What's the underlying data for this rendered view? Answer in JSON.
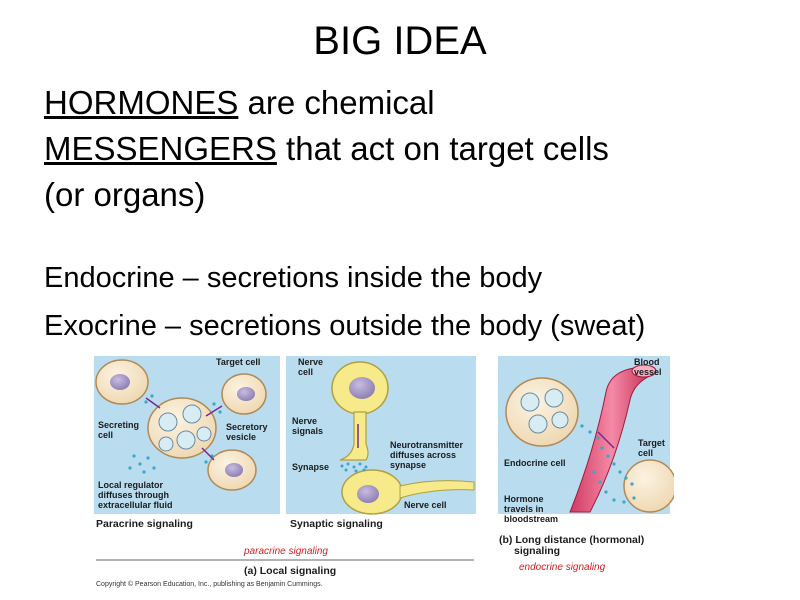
{
  "title": "BIG IDEA",
  "paragraph": {
    "term1": "HORMONES",
    "text1": " are chemical",
    "term2": "MESSENGERS",
    "text2": " that act on target cells",
    "text3": "(or organs)"
  },
  "bullets": [
    "Endocrine – secretions inside the body",
    "Exocrine – secretions outside the body (sweat)"
  ],
  "figure": {
    "panel1": {
      "target_cell": "Target cell",
      "secreting_cell_1": "Secreting",
      "secreting_cell_2": "cell",
      "secretory_vesicle_1": "Secretory",
      "secretory_vesicle_2": "vesicle",
      "local_regulator_1": "Local regulator",
      "local_regulator_2": "diffuses through",
      "local_regulator_3": "extracellular fluid",
      "caption": "Paracrine signaling"
    },
    "panel2": {
      "nerve_cell_1": "Nerve",
      "nerve_cell_2": "cell",
      "nerve_signals_1": "Nerve",
      "nerve_signals_2": "signals",
      "neurotransmitter_1": "Neurotransmitter",
      "neurotransmitter_2": "diffuses across",
      "neurotransmitter_3": "synapse",
      "synapse": "Synapse",
      "nerve_cell_bottom": "Nerve cell",
      "caption": "Synaptic signaling"
    },
    "panel3": {
      "blood_vessel_1": "Blood",
      "blood_vessel_2": "vessel",
      "target_cell_1": "Target",
      "target_cell_2": "cell",
      "endocrine_cell": "Endocrine cell",
      "hormone_1": "Hormone",
      "hormone_2": "travels in",
      "hormone_3": "bloodstream",
      "caption_1": "(b) Long distance (hormonal)",
      "caption_2": "signaling"
    },
    "paracrine_note": "paracrine signaling",
    "local_caption": "(a) Local signaling",
    "endocrine_note": "endocrine signaling",
    "copyright": "Copyright © Pearson Education, Inc., publishing as Benjamin Cummings."
  }
}
